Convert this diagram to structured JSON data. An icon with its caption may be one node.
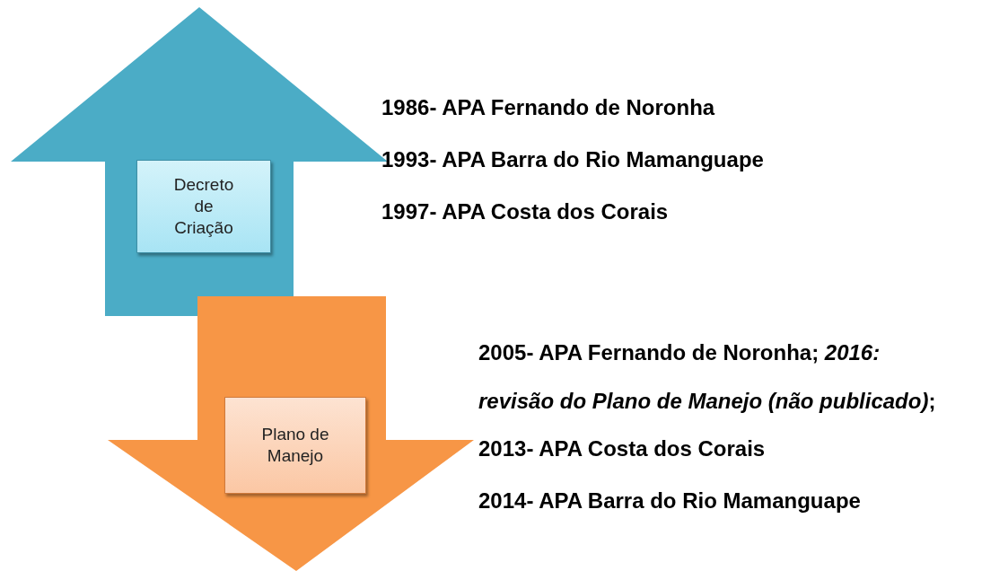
{
  "diagram": {
    "nodes": [
      {
        "text": [
          "Decreto de Criação"
        ]
      },
      {
        "text": [
          "Plano de Manejo"
        ]
      }
    ],
    "edges": [],
    "labels": [
      "1986- APA Fernando de Noronha",
      "1993- APA Barra do Rio Mamanguape",
      "1997- APA Costa dos Corais",
      "2005- APA Fernando de Noronha; *2016: revisão do Plano de Manejo (não publicado)*;",
      "2013- APA Costa dos Corais",
      "2014- APA Barra do Rio Mamanguape"
    ]
  }
}
